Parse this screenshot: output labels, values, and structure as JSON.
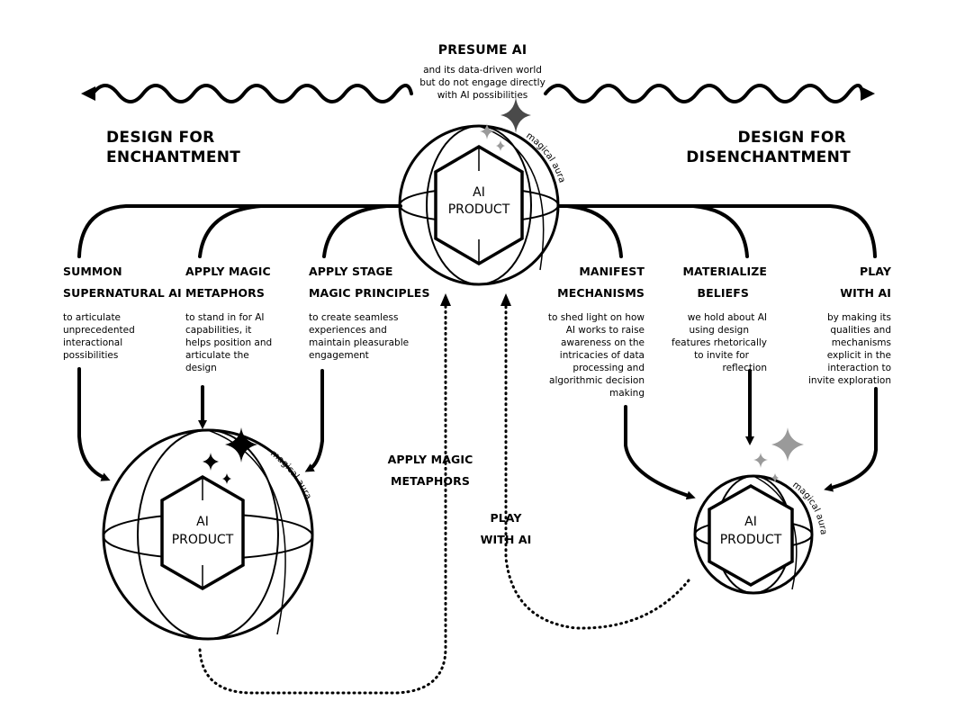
{
  "top": {
    "title": "PRESUME AI",
    "lines": [
      "and its data-driven world",
      "but do not engage directly",
      "with AI possibilities"
    ]
  },
  "sections": {
    "enchantment": [
      "DESIGN FOR",
      "ENCHANTMENT"
    ],
    "disenchantment": [
      "DESIGN FOR",
      "DISENCHANTMENT"
    ]
  },
  "product": {
    "line1": "AI",
    "line2": "PRODUCT",
    "aura": "magical aura"
  },
  "enchant_strategies": [
    {
      "title": [
        "SUMMON",
        "SUPERNATURAL AI"
      ],
      "desc": [
        "to articulate",
        "unprecedented",
        "interactional",
        "possibilities"
      ]
    },
    {
      "title": [
        "APPLY MAGIC",
        "METAPHORS"
      ],
      "desc": [
        "to stand in for AI",
        "capabilities, it",
        "helps position and",
        "articulate the",
        "design"
      ]
    },
    {
      "title": [
        "APPLY STAGE",
        "MAGIC PRINCIPLES"
      ],
      "desc": [
        "to create seamless",
        "experiences and",
        "maintain pleasurable",
        "engagement"
      ]
    }
  ],
  "disenchant_strategies": [
    {
      "title": [
        "MANIFEST",
        "MECHANISMS"
      ],
      "desc": [
        "to shed light on how",
        "AI works to raise",
        "awareness on the",
        "intricacies of data",
        "processing and",
        "algorithmic decision",
        "making"
      ]
    },
    {
      "title": [
        "MATERIALIZE",
        "BELIEFS"
      ],
      "desc": [
        "we hold about AI",
        "using design",
        "features rhetorically",
        "to invite for",
        "reflection"
      ]
    },
    {
      "title": [
        "PLAY",
        "WITH AI"
      ],
      "desc": [
        "by making its",
        "qualities and",
        "mechanisms",
        "explicit in the",
        "interaction to",
        "invite exploration"
      ]
    }
  ],
  "crossovers": {
    "apply_magic": [
      "APPLY MAGIC",
      "METAPHORS"
    ],
    "play": [
      "PLAY",
      "WITH AI"
    ]
  },
  "colors": {
    "ink": "#000000",
    "sparkle_dark": "#4a4a4a",
    "sparkle_grey": "#9a9a9a"
  }
}
